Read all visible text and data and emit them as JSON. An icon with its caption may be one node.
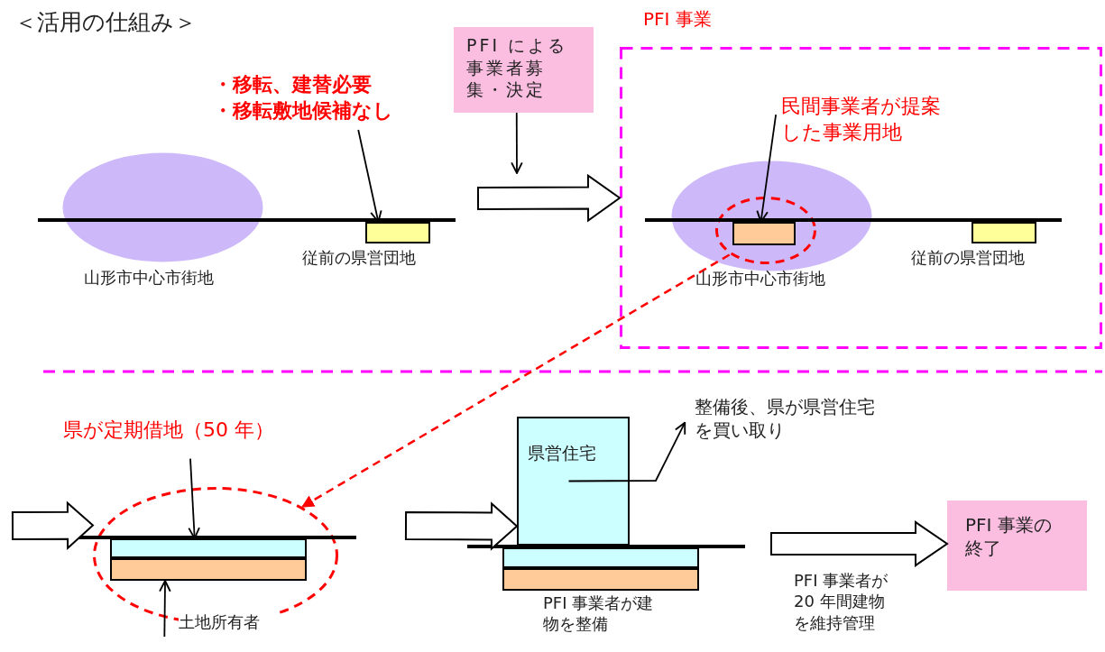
{
  "diagram": {
    "title": "＜活用の仕組み＞",
    "nodes": [
      {
        "text": [
          "PFI による事業者募集・決定"
        ]
      },
      {
        "text": [
          "・移転、建替必要",
          "・移転敷地候補なし"
        ]
      },
      {
        "text": [
          "山形市中心市街地"
        ]
      },
      {
        "text": [
          "従前の県営団地"
        ]
      },
      {
        "text": [
          "PFI 事業"
        ]
      },
      {
        "text": [
          "山形市中心市街地"
        ],
        "in": 4
      },
      {
        "text": [
          "民間事業者が提案した事業用地"
        ],
        "in": 4
      },
      {
        "text": [],
        "shape": "ellipse",
        "in": 5
      },
      {
        "text": [],
        "shape": "box",
        "in": 7
      },
      {
        "text": [
          "従前の県営団地"
        ],
        "in": 4
      },
      {
        "text": [],
        "shape": "ellipse"
      },
      {
        "text": [
          "県が定期借地（50 年）"
        ]
      },
      {
        "text": [],
        "shape": "box",
        "in": 10
      },
      {
        "text": [],
        "shape": "box",
        "in": 10
      },
      {
        "text": [
          "土地所有者"
        ]
      },
      {
        "text": [
          "県営住宅"
        ]
      },
      {
        "text": [],
        "shape": "box"
      },
      {
        "text": [],
        "shape": "box",
        "beside": [
          "PFI 事業者が建物を整備"
        ]
      },
      {
        "text": [
          "整備後、県が県営住宅を買い取り"
        ]
      },
      {
        "text": [
          "PFI 事業の終了"
        ]
      }
    ],
    "edges": [
      {
        "from": 0,
        "to": null,
        "arrow": "to"
      },
      {
        "from": null,
        "to": 4,
        "arrow": "to",
        "style": "thick"
      },
      {
        "from": 1,
        "to": 3,
        "arrow": "to"
      },
      {
        "from": 6,
        "to": 8,
        "arrow": "to"
      },
      {
        "from": 7,
        "to": 10,
        "arrow": "to",
        "style": "dashed",
        "color": "#ff0000"
      },
      {
        "from": null,
        "to": 10,
        "arrow": "to",
        "style": "thick"
      },
      {
        "from": 11,
        "to": 12,
        "arrow": "to"
      },
      {
        "from": 14,
        "to": 13,
        "arrow": "to"
      },
      {
        "from": null,
        "to": 15,
        "arrow": "to",
        "style": "thick"
      },
      {
        "from": 15,
        "to": 18,
        "arrow": "to"
      },
      {
        "from": null,
        "to": 19,
        "arrow": "to",
        "style": "thick",
        "label": "PFI 事業者が20 年間建物を維持管理"
      }
    ]
  }
}
